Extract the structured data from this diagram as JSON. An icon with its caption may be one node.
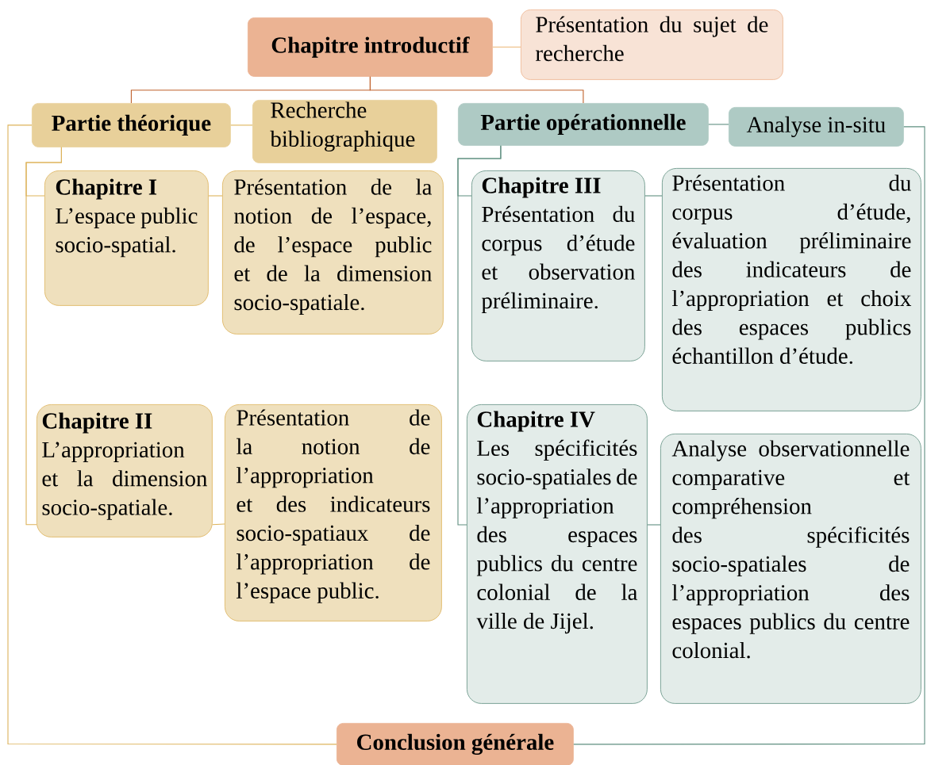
{
  "diagram": {
    "nodes": [
      {
        "text": [
          "Chapitre introductif"
        ]
      },
      {
        "text": [
          "Présentation du sujet de recherche"
        ]
      },
      {
        "text": [
          "Partie théorique"
        ]
      },
      {
        "text": [
          "Recherche bibliographique"
        ]
      },
      {
        "text": [
          "Partie opérationnelle"
        ]
      },
      {
        "text": [
          "Analyse in-situ"
        ]
      },
      {
        "text": [
          "Chapitre I",
          "L’espace public socio-spatial."
        ]
      },
      {
        "text": [
          "Présentation de la notion de l’espace, de l’espace public et de la dimension socio-spatiale."
        ]
      },
      {
        "text": [
          "Chapitre II",
          "L’appropriation et la dimension socio-spatiale."
        ]
      },
      {
        "text": [
          "Présentation de la notion de l’appropriation et des indicateurs socio-spatiaux de l’appropriation de l’espace public."
        ]
      },
      {
        "text": [
          "Chapitre III",
          "Présentation du corpus d’étude et observation préliminaire."
        ]
      },
      {
        "text": [
          "Présentation du corpus d’étude, évaluation préliminaire des indicateurs de l’appropriation et choix des espaces publics échantillon d’étude."
        ]
      },
      {
        "text": [
          "Chapitre IV",
          "Les spécificités socio-spatiales de l’appropriation des espaces publics du centre colonial de la ville de Jijel."
        ]
      },
      {
        "text": [
          "Analyse observationnelle comparative et compréhension des spécificités socio-spatiales de l’appropriation des espaces publics du centre colonial."
        ]
      },
      {
        "text": [
          "Conclusion générale"
        ]
      }
    ],
    "edges": [
      {
        "from": 0,
        "to": 1,
        "arrow": "none",
        "color": "#efc48f"
      },
      {
        "from": 0,
        "to": 2,
        "arrow": "none",
        "color": "#c0602a"
      },
      {
        "from": 0,
        "to": 4,
        "arrow": "none",
        "color": "#c0602a"
      },
      {
        "from": 2,
        "to": 3,
        "arrow": "none",
        "color": "#ddb35a"
      },
      {
        "from": 4,
        "to": 5,
        "arrow": "none",
        "color": "#5f8f80"
      },
      {
        "from": 2,
        "to": 6,
        "arrow": "none",
        "color": "#ddb35a"
      },
      {
        "from": 2,
        "to": 8,
        "arrow": "none",
        "color": "#ddb35a"
      },
      {
        "from": 6,
        "to": 7,
        "arrow": "none",
        "color": "#ddb35a"
      },
      {
        "from": 8,
        "to": 9,
        "arrow": "none",
        "color": "#ddb35a"
      },
      {
        "from": 4,
        "to": 10,
        "arrow": "none",
        "color": "#5f8f80"
      },
      {
        "from": 4,
        "to": 12,
        "arrow": "none",
        "color": "#5f8f80"
      },
      {
        "from": 10,
        "to": 11,
        "arrow": "none",
        "color": "#5f8f80"
      },
      {
        "from": 12,
        "to": 13,
        "arrow": "none",
        "color": "#5f8f80"
      },
      {
        "from": 2,
        "to": 14,
        "arrow": "none",
        "color": "#ddb35a"
      },
      {
        "from": 5,
        "to": 14,
        "arrow": "none",
        "color": "#5f8f80"
      }
    ]
  }
}
